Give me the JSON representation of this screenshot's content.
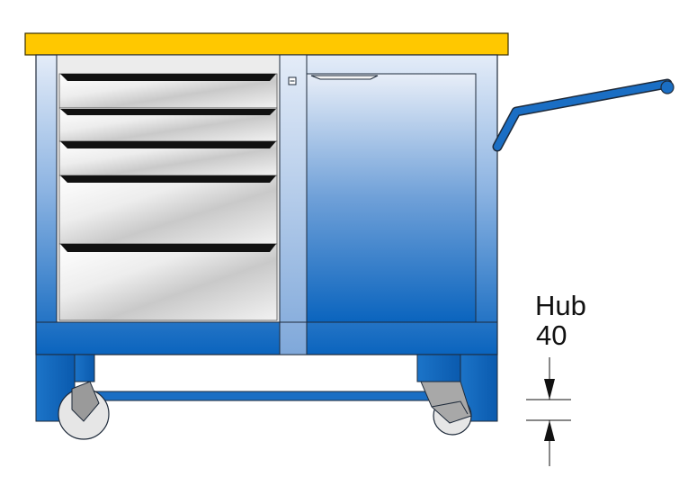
{
  "diagram": {
    "lift_label": "Hub",
    "lift_value": "40",
    "drawer_count": 5,
    "colors": {
      "worktop": "#FFC800",
      "frame_light": "#DCE6F5",
      "frame_dark": "#0A64BE",
      "steel_light": "#FFFFFF",
      "steel_mid": "#C8C8C8",
      "outline": "#1E2A3A",
      "handle_bar": "#111111",
      "wheel": "#E6E6E6"
    },
    "icons": [
      "lock-icon",
      "dimension-arrow-down-icon",
      "dimension-arrow-up-icon"
    ]
  }
}
